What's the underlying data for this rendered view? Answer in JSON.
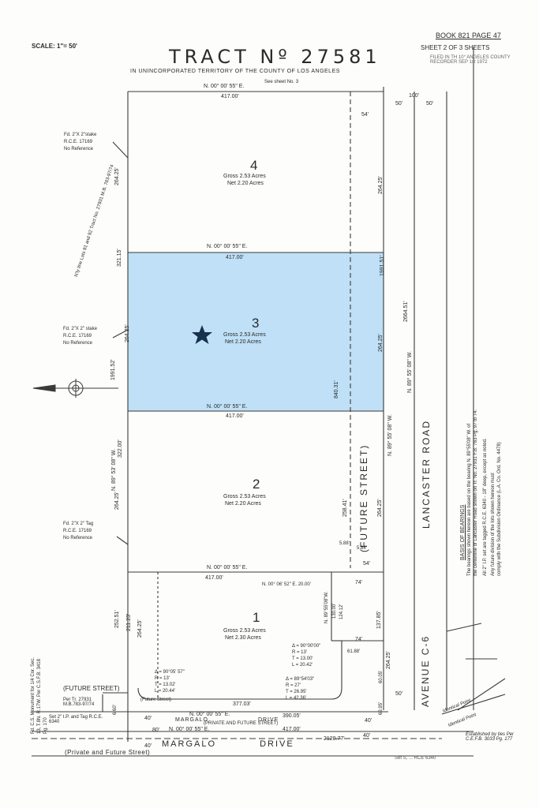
{
  "header": {
    "scale": "SCALE: 1\"= 50'",
    "title": "TRACT Nº 27581",
    "subtitle": "IN UNINCORPORATED TERRITORY OF THE COUNTY OF LOS ANGELES",
    "sheet": "SHEET 2 OF 3 SHEETS",
    "book_page": "BOOK 821 PAGE 47",
    "see_sheet": "See sheet No. 3",
    "filed_stamp": "FILED IN TH 10° ANGELES COUNTY RECORDER SEP 1st 1972"
  },
  "lots": [
    {
      "number": "4",
      "gross": "Gross  2.53 Acres",
      "net": "Net  2.20 Acres"
    },
    {
      "number": "3",
      "gross": "Gross  2.53 Acres",
      "net": "Net  2.20 Acres",
      "highlighted": true
    },
    {
      "number": "2",
      "gross": "Gross  2.53 Acres",
      "net": "Net  2.20 Acres"
    },
    {
      "number": "1",
      "gross": "Gross  2.53 Acres",
      "net": "Net  2.30 Acres"
    }
  ],
  "bearings": {
    "top": "N. 00° 00' 55\" E.",
    "lot4_3": "N. 00° 00' 55\" E.",
    "lot3_2": "N. 00° 00' 55\" E.",
    "lot2_1": "N. 00° 00' 55\" E.",
    "lot1_inner": "N. 00° 06' 52\" E.  20.00'",
    "bottom_1": "N. 00° 00' 55\" E.",
    "bottom_2": "N. 00° 00' 55\" E.",
    "west_side": "N. 89° 53' 08\" W.",
    "east_side_1": "N. 89° 55' 08\" W.",
    "east_side_2": "N. 89° 55' 08\" W.",
    "lot1_diag": "N. 89°55'08\"W."
  },
  "dimensions": {
    "w417_1": "417.00'",
    "w417_2": "417.00'",
    "w417_3": "417.00'",
    "w417_4": "417.00'",
    "w417_5": "417.00'",
    "d264_a": "264.25'",
    "d264_b": "264.25'",
    "d264_c": "264.25'",
    "d264_d": "264.25'",
    "d264_e": "264.25'",
    "d264_f": "264.25'",
    "d264_g": "264.25'",
    "d264_h": "264.25'",
    "d321": "321.15'",
    "d322": "322.00'",
    "d1991a": "1991.52'",
    "d1991b": "1991.51'",
    "d2664": "2664.51'",
    "d840": "840.31'",
    "d258": "258.41'",
    "d252": "252.51'",
    "d211": "211.23'",
    "d137": "137.85'",
    "d124": "124.12'",
    "d130": "130.00'",
    "d54a": "54'",
    "d54b": "54'",
    "d50a": "50'",
    "d50b": "50'",
    "d50c": "50'",
    "d100": "100'",
    "d74a": "74'",
    "d74b": "74'",
    "d5_88": "5.88'",
    "d5_84": "5.84'",
    "d377": "377.03'",
    "d390": "390.05'",
    "d417_bot": "417.00'",
    "d2128": "2128.77'",
    "d40a": "40'",
    "d40b": "40'",
    "d40c": "40'",
    "d40d": "40'",
    "d80": "80'",
    "d60_05": "60.05'",
    "d60_95": "69.95'",
    "d6_60": "6.60'",
    "d61_88": "61.88'"
  },
  "curves": {
    "c1": [
      "Δ = 90°05' 57\"",
      "R = 13'",
      "T = 13.02'",
      "L = 20.44'"
    ],
    "c2": [
      "Δ = 90°00'00\"",
      "R = 13'",
      "T = 13.00'",
      "L = 20.42'"
    ],
    "c3": [
      "Δ = 89°54'03\"",
      "R = 27'",
      "T = 26.95'",
      "L = 42.36'"
    ]
  },
  "streets": {
    "future_street_vert": "(FUTURE      STREET)",
    "lancaster": "LANCASTER   ROAD",
    "avenue": "AVENUE  C-6",
    "margalo_small": "MARGALO        DRIVE",
    "margalo_small_sub": "(PRIVATE AND FUTURE STREET)",
    "margalo_big": "MARGALO        DRIVE",
    "private_future": "(Private         and         Future         Street)",
    "future_street_left": "(FUTURE STREET)",
    "future_street_ref": "Per Tr. 27931 M.B.783-97/74",
    "future_street_small": "(Future Street)"
  },
  "notes": {
    "fd1": [
      "Fd. 2\"X 2\"stake",
      "R.C.E. 17169",
      "No Reference"
    ],
    "fd2": [
      "Fd. 2\"X 2\" stake",
      "R.C.E. 17169",
      "No Reference"
    ],
    "fd3": [
      "Fd. 2\"X 2\" Tag",
      "R.C.E. 17169",
      "No Reference"
    ],
    "ly_line": "N'ly line Lots 91 and 92 Tract No. 27931 M.B. 783-97/74",
    "monument": "Fd. C.S. Monument for 1/4 Cor. Sec. 13, T.8N. R.17W. Per C.S.F.B. 3418 Pg. 170",
    "set_ip": "Set 2\" I.P. and Tag R.C.E. 6340",
    "basis": "BASIS OF BEARINGS",
    "basis_1": "The bearings shown hereon are based on the bearing N. 89°55'08\" W. of",
    "basis_2": "the centerline of Lancaster Road shown on Tr. No. 27931 F.B. 783 Pg. 97 to 74.",
    "basis_3": "All 2\" I.P. set are tagged R.C.E. 6340 - 18\" deep, except as noted.",
    "basis_4": "Any future division of the lots shown hereon must",
    "basis_5": "comply with the Subdivision Ordinance (L.A. Co. Ord. No. 4478)",
    "established": "Established by ties Per C.E.F.B. 3033 Pg. 177",
    "identical_1": "Identical Point",
    "identical_2": "Identical Point",
    "set_bottom": "Set S, ... RCE 6340"
  },
  "colors": {
    "highlight": "#bfe0f6",
    "ink": "#2b2b2b",
    "star": "#16324f"
  },
  "icons": {
    "star": "star-icon",
    "north_arrow": "north-arrow-icon"
  }
}
